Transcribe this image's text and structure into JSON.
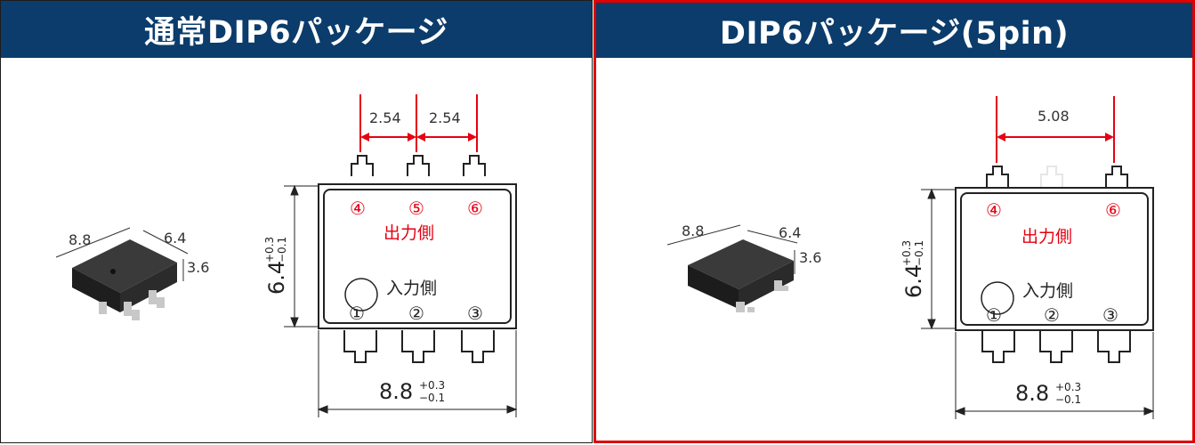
{
  "left_panel": {
    "title": "通常DIP6パッケージ",
    "photo": {
      "length": "8.8",
      "width": "6.4",
      "height": "3.6"
    },
    "pin_pitch_1": "2.54",
    "pin_pitch_2": "2.54",
    "output_pins": [
      "④",
      "⑤",
      "⑥"
    ],
    "input_pins": [
      "①",
      "②",
      "③"
    ],
    "output_side": "出力側",
    "input_side": "入力側",
    "width_dim": "6.4",
    "width_tol_plus": "+0.3",
    "width_tol_minus": "−0.1",
    "length_dim": "8.8",
    "length_tol_plus": "+0.3",
    "length_tol_minus": "−0.1"
  },
  "right_panel": {
    "title": "DIP6パッケージ(5pin)",
    "highlight_color": "#e00000",
    "photo": {
      "length": "8.8",
      "width": "6.4",
      "height": "3.6"
    },
    "pin_pitch": "5.08",
    "output_pins": [
      "④",
      "⑥"
    ],
    "input_pins": [
      "①",
      "②",
      "③"
    ],
    "output_side": "出力側",
    "input_side": "入力側",
    "width_dim": "6.4",
    "width_tol_plus": "+0.3",
    "width_tol_minus": "−0.1",
    "length_dim": "8.8",
    "length_tol_plus": "+0.3",
    "length_tol_minus": "−0.1"
  },
  "colors": {
    "header_bg": "#0b3c6b",
    "dimension_red": "#e60012"
  }
}
